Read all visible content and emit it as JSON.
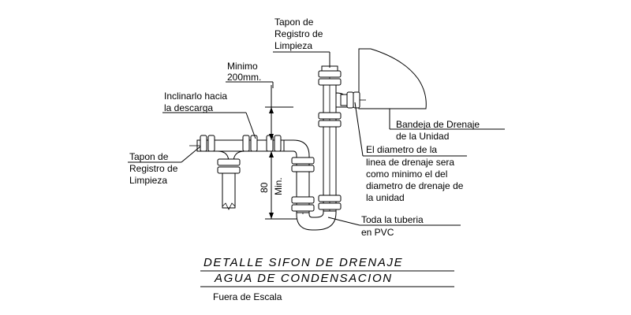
{
  "labels": {
    "tapon_top": [
      "Tapon de",
      "Registro de",
      "Limpieza"
    ],
    "minimo": [
      "Minimo",
      "200mm."
    ],
    "inclinarlo": [
      "Inclinarlo hacia",
      "la descarga"
    ],
    "tapon_left": [
      "Tapon de",
      "Registro de",
      "Limpieza"
    ],
    "bandeja": [
      "Bandeja de Drenaje",
      "de la Unidad"
    ],
    "diametro": [
      "El diametro de la",
      "linea de drenaje sera",
      "como minimo el del",
      "diametro de drenaje de",
      "la unidad"
    ],
    "tuberia": [
      "Toda la tuberia",
      "en PVC"
    ],
    "dimension_80": "80",
    "dimension_min": "Min."
  },
  "title": {
    "line1": "DETALLE SIFON DE DRENAJE",
    "line2": "AGUA DE CONDENSACION",
    "scale": "Fuera de Escala"
  }
}
